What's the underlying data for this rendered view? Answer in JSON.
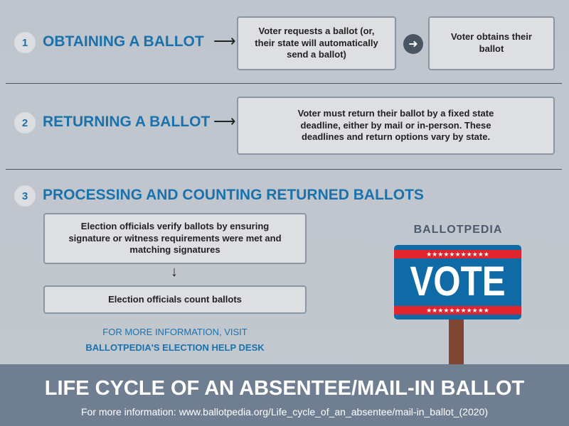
{
  "steps": [
    {
      "number": "1",
      "title": "OBTAINING A BALLOT",
      "box1": "Voter requests a ballot (or, their state will automatically send a ballot)",
      "box2": "Voter obtains their ballot"
    },
    {
      "number": "2",
      "title": "RETURNING A BALLOT",
      "box1": "Voter must return their ballot by a fixed state deadline, either by mail or in-person. These deadlines and return options vary by state."
    },
    {
      "number": "3",
      "title": "PROCESSING AND COUNTING RETURNED BALLOTS",
      "box1": "Election officials verify ballots by ensuring signature or witness requirements were met and matching signatures",
      "box2": "Election officials count ballots"
    }
  ],
  "more_info": {
    "line1": "FOR MORE INFORMATION, VISIT",
    "line2": "BALLOTPEDIA'S ELECTION HELP DESK"
  },
  "logo": {
    "brand": "BALLOTPEDIA",
    "sign": "VOTE"
  },
  "footer": {
    "title": "LIFE CYCLE OF AN ABSENTEE/MAIL-IN BALLOT",
    "subtitle": "For more information: www.ballotpedia.org/Life_cycle_of_an_absentee/mail-in_ballot_(2020)"
  }
}
